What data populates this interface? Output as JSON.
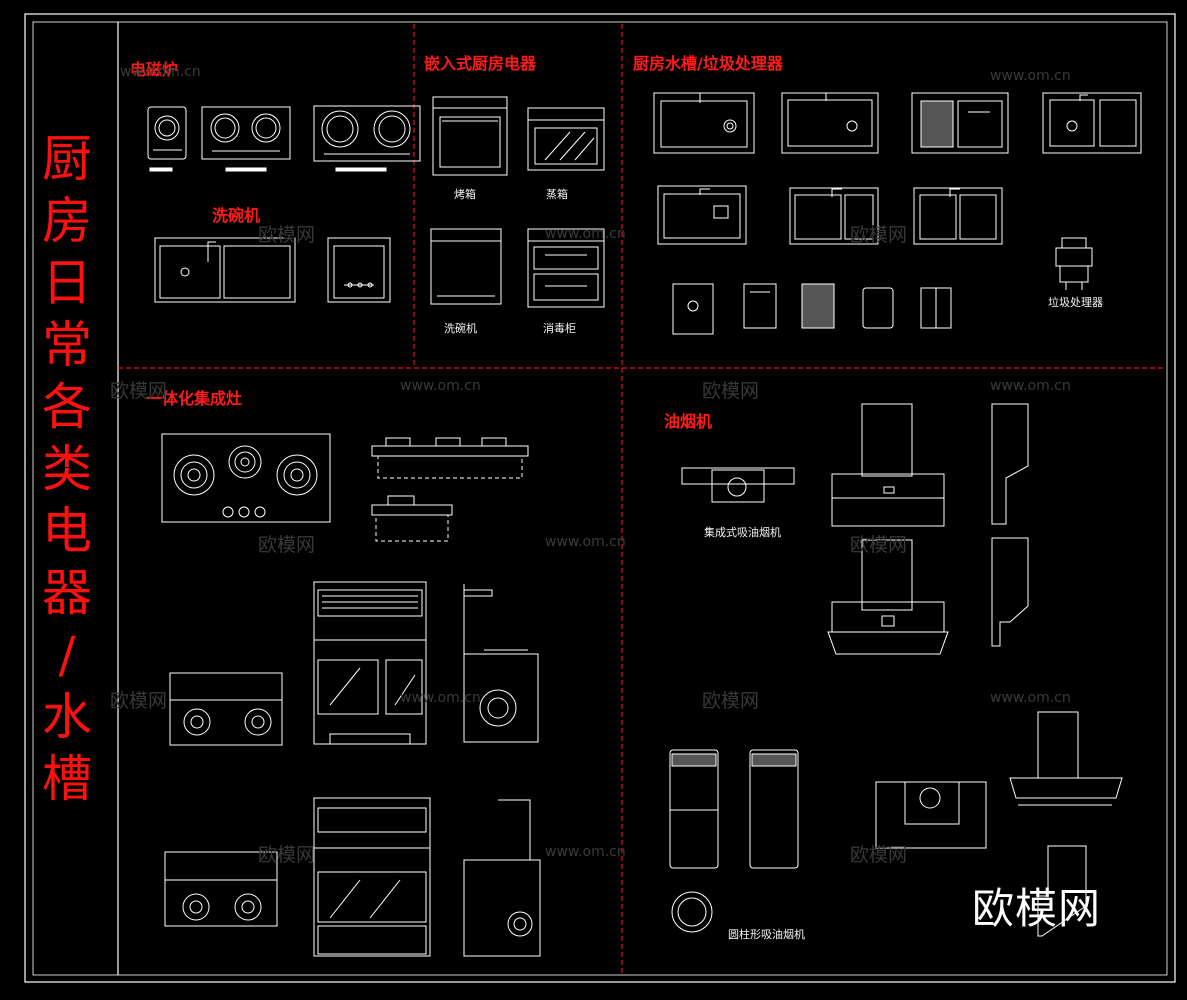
{
  "main_title": [
    "厨",
    "房",
    "日",
    "常",
    "各",
    "类",
    "电",
    "器",
    "/",
    "水",
    "槽"
  ],
  "sections": {
    "induction": "电磁炉",
    "dishwasher": "洗碗机",
    "builtin": "嵌入式厨房电器",
    "sink": "厨房水槽/垃圾处理器",
    "integrated_stove": "一体化集成灶",
    "range_hood": "油烟机"
  },
  "labels": {
    "oven": "烤箱",
    "steamer": "蒸箱",
    "dishwasher_unit": "洗碗机",
    "disinfect_cabinet": "消毒柜",
    "garbage_disposer": "垃圾处理器",
    "integrated_hood": "集成式吸油烟机",
    "cylinder_hood": "圆柱形吸油烟机"
  },
  "watermarks": {
    "site": "www.om.cn",
    "brand": "欧模网"
  },
  "logo": "欧模网",
  "colors": {
    "background": "#000000",
    "line": "#ffffff",
    "title": "#ff1010",
    "divider": "#e0141a"
  }
}
